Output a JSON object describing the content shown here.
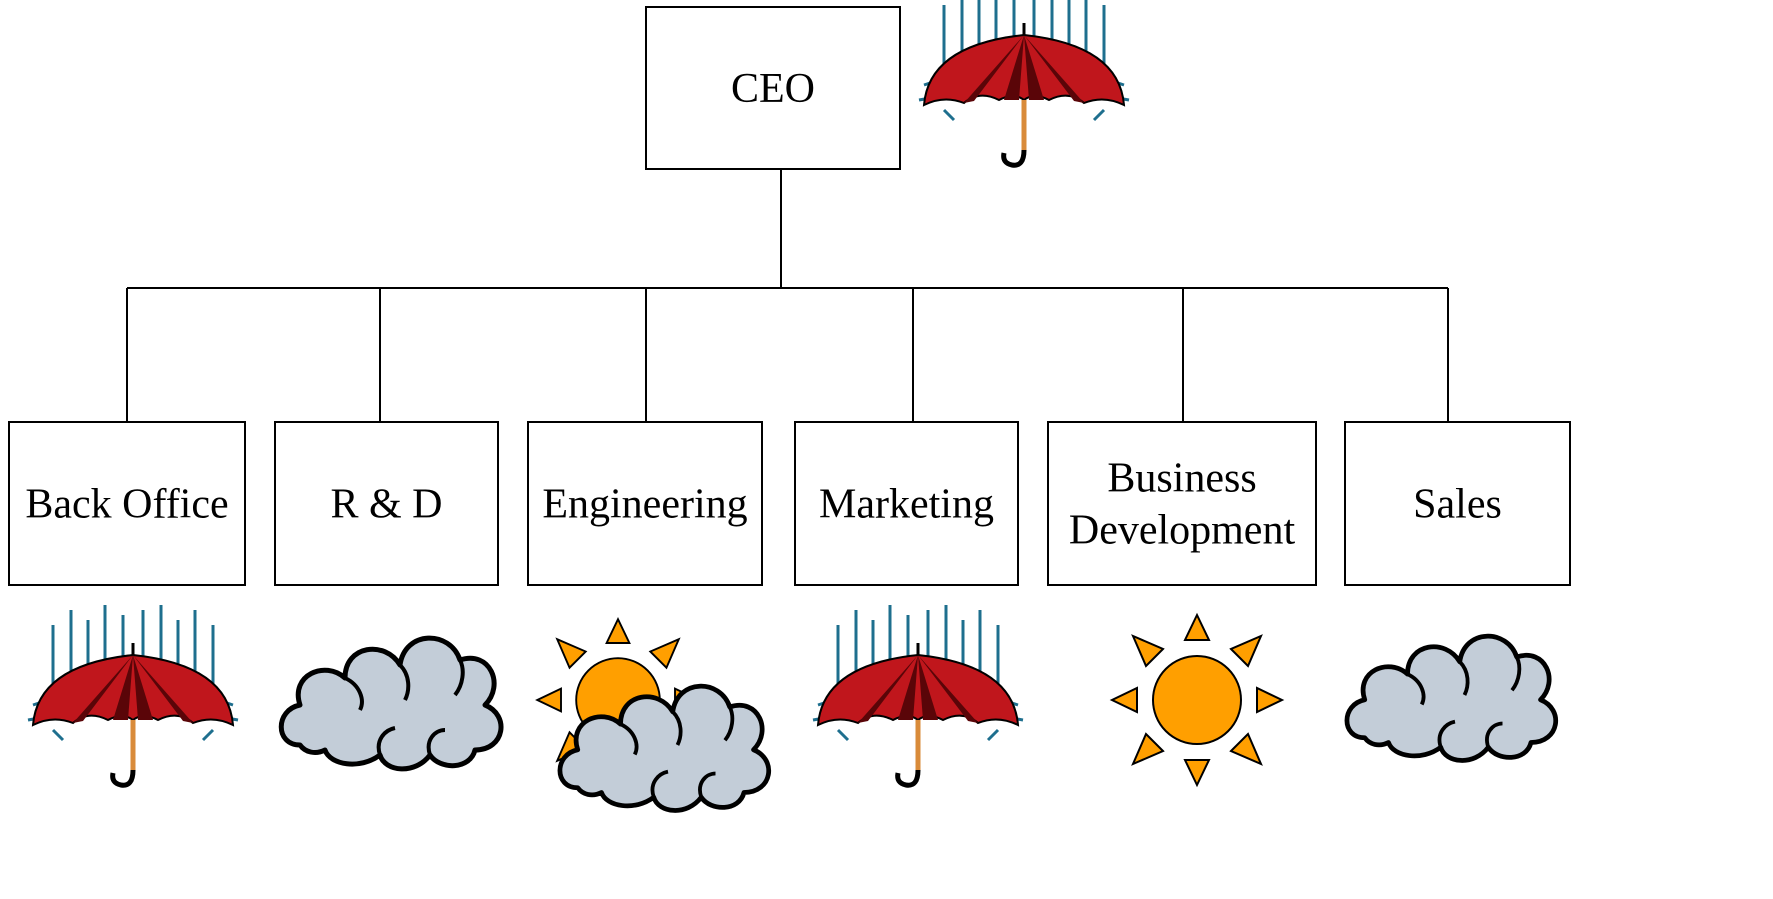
{
  "chart": {
    "root": {
      "label": "CEO",
      "icon": "umbrella-rain-icon"
    },
    "departments": [
      {
        "label_lines": [
          "Back Office"
        ],
        "icon": "umbrella-rain-icon"
      },
      {
        "label_lines": [
          "R & D"
        ],
        "icon": "cloud-icon"
      },
      {
        "label_lines": [
          "Engineering"
        ],
        "icon": "sun-behind-cloud-icon"
      },
      {
        "label_lines": [
          "Marketing"
        ],
        "icon": "umbrella-rain-icon"
      },
      {
        "label_lines": [
          "Business",
          "Development"
        ],
        "icon": "sun-icon"
      },
      {
        "label_lines": [
          "Sales"
        ],
        "icon": "cloud-icon"
      }
    ]
  },
  "colors": {
    "umbrella": "#c0161c",
    "umbrella_dark": "#5a0508",
    "rain": "#1e6f8e",
    "handle": "#d98b3a",
    "sun": "#ff9f00",
    "cloud": "#c3cdd8",
    "outline": "#000000"
  }
}
